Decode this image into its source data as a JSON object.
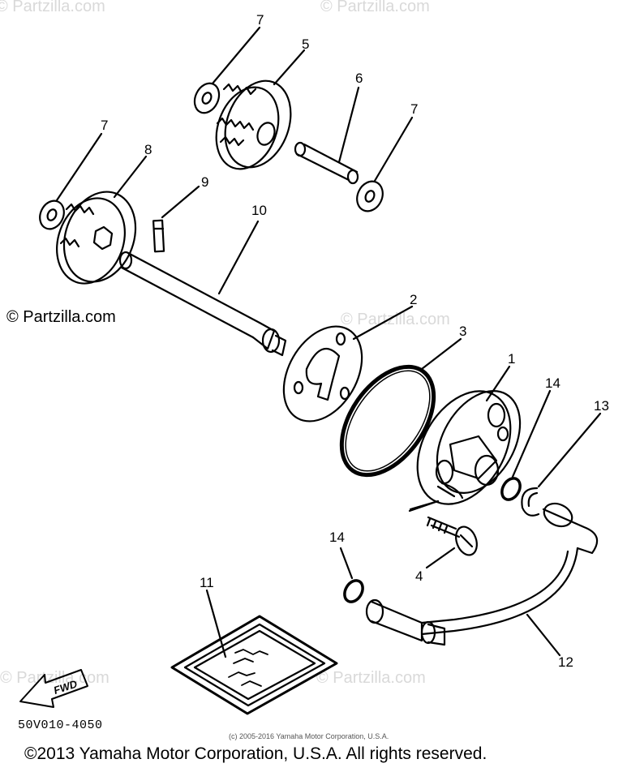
{
  "watermarks": {
    "main": "© Partzilla.com",
    "faint": "© Partzilla.com"
  },
  "callouts": [
    {
      "id": "c7a",
      "text": "7"
    },
    {
      "id": "c5",
      "text": "5"
    },
    {
      "id": "c6",
      "text": "6"
    },
    {
      "id": "c7b",
      "text": "7"
    },
    {
      "id": "c7c",
      "text": "7"
    },
    {
      "id": "c8",
      "text": "8"
    },
    {
      "id": "c9",
      "text": "9"
    },
    {
      "id": "c10",
      "text": "10"
    },
    {
      "id": "c2",
      "text": "2"
    },
    {
      "id": "c3",
      "text": "3"
    },
    {
      "id": "c1",
      "text": "1"
    },
    {
      "id": "c14a",
      "text": "14"
    },
    {
      "id": "c13",
      "text": "13"
    },
    {
      "id": "c4",
      "text": "4"
    },
    {
      "id": "c14b",
      "text": "14"
    },
    {
      "id": "c11",
      "text": "11"
    },
    {
      "id": "c12",
      "text": "12"
    }
  ],
  "fwd_label": "FWD",
  "part_code": "50V010-4050",
  "copyright_small": "(c) 2005-2016 Yamaha Motor Corporation, U.S.A.",
  "copyright_main": "©2013 Yamaha Motor Corporation, U.S.A. All rights reserved."
}
